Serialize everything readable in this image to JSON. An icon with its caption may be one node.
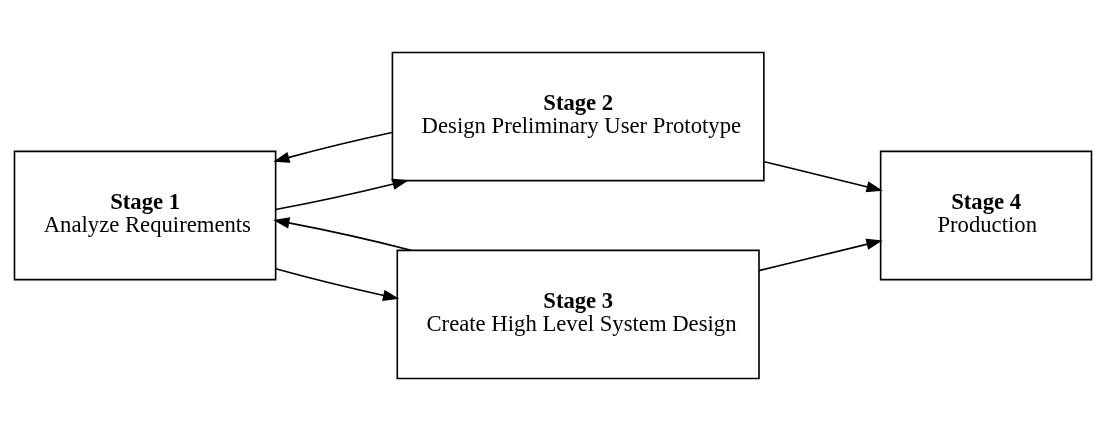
{
  "diagram": {
    "nodes": [
      {
        "text": [
          "Stage 1",
          "Analyze Requirements"
        ]
      },
      {
        "text": [
          "Stage 2",
          "Design Preliminary User Prototype"
        ]
      },
      {
        "text": [
          "Stage 3",
          "Create High Level System Design"
        ]
      },
      {
        "text": [
          "Stage 4",
          "Production"
        ]
      }
    ],
    "edges": [
      {
        "from": 0,
        "to": 1,
        "arrow": "to"
      },
      {
        "from": 1,
        "to": 0,
        "arrow": "to"
      },
      {
        "from": 2,
        "to": 0,
        "arrow": "to"
      },
      {
        "from": 0,
        "to": 2,
        "arrow": "to"
      },
      {
        "from": 1,
        "to": 3,
        "arrow": "to"
      },
      {
        "from": 2,
        "to": 3,
        "arrow": "to"
      }
    ]
  }
}
